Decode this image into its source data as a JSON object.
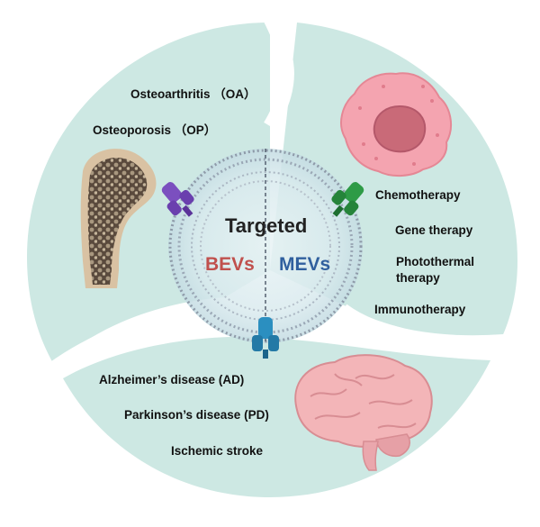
{
  "colors": {
    "panel": "#cde8e3",
    "bone_fill": "#8a7a6a",
    "bone_shell": "#d9c2a3",
    "tumor_outer": "#f4a4b0",
    "tumor_inner": "#c96a78",
    "brain": "#f3b5b8",
    "bev": "#c0504d",
    "mev": "#2f5f9e",
    "receptor_purple": "#7b4fbf",
    "receptor_green": "#2e9b46",
    "receptor_blue": "#2b8fc0"
  },
  "icons": [
    "bone-icon",
    "tumor-cell-icon",
    "brain-icon",
    "purple-receptor-icon",
    "green-receptor-icon",
    "blue-receptor-icon"
  ],
  "center": {
    "title": "Targeted",
    "left": "BEVs",
    "right": "MEVs"
  },
  "bone_diseases": {
    "oa": "Osteoarthritis （OA）",
    "op": "Osteoporosis （OP）"
  },
  "cancer_therapies": {
    "chemo": "Chemotherapy",
    "gene": "Gene therapy",
    "photo_line1": "Photothermal",
    "photo_line2": "therapy",
    "immuno": "Immunotherapy"
  },
  "brain_diseases": {
    "ad": "Alzheimer’s disease (AD)",
    "pd": "Parkinson’s disease (PD)",
    "stroke": "Ischemic stroke"
  }
}
